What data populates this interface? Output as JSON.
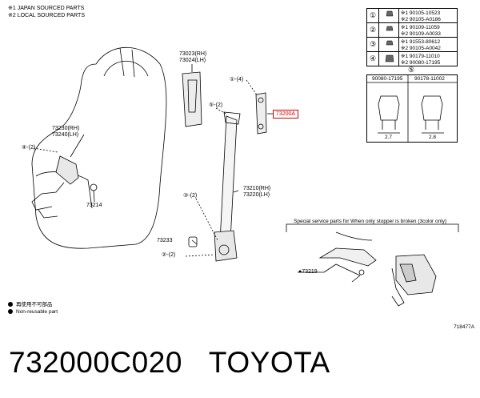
{
  "legend": {
    "line1": "※1 JAPAN SOURCED PARTS",
    "line2": "※2 LOCAL SOURCED PARTS"
  },
  "fasteners": [
    {
      "idx": "①",
      "codes": [
        "※1 90105-10523",
        "※2 90105-A0186"
      ]
    },
    {
      "idx": "②",
      "codes": [
        "※1 90109-11059",
        "※2 90109-A0033"
      ]
    },
    {
      "idx": "③",
      "codes": [
        "※1 91553-80612",
        "※2 90105-A0042"
      ]
    },
    {
      "idx": "④",
      "codes": [
        "※1 90179-11010",
        "※2 90080-17195"
      ]
    }
  ],
  "nut_box": {
    "idx": "⑤",
    "left_code": "90080-17195",
    "right_code": "90178-11002",
    "left_dim": "2.7",
    "right_dim": "2.8"
  },
  "parts": {
    "p73023": "73023(RH)",
    "p73024": "73024(LH)",
    "p73230": "73230(RH)",
    "p73240": "73240(LH)",
    "p73214": "73214",
    "p73210": "73210(RH)",
    "p73220": "73220(LH)",
    "p73233": "73233",
    "p73200": "73200A",
    "p73219": "●73219"
  },
  "callouts": {
    "c1": "①-(4)",
    "c5": "⑤-(2)",
    "c4": "④-(2)",
    "c3": "③-(2)",
    "c2": "②-(2)"
  },
  "special_title": "Special service parts for When only stopper is broken (3color only)",
  "notes": {
    "jp": "再使用不可部品",
    "en": "Non-reusable part"
  },
  "illustration_code": "718477A",
  "footer": {
    "part_number": "732000C020",
    "brand": "TOYOTA"
  }
}
